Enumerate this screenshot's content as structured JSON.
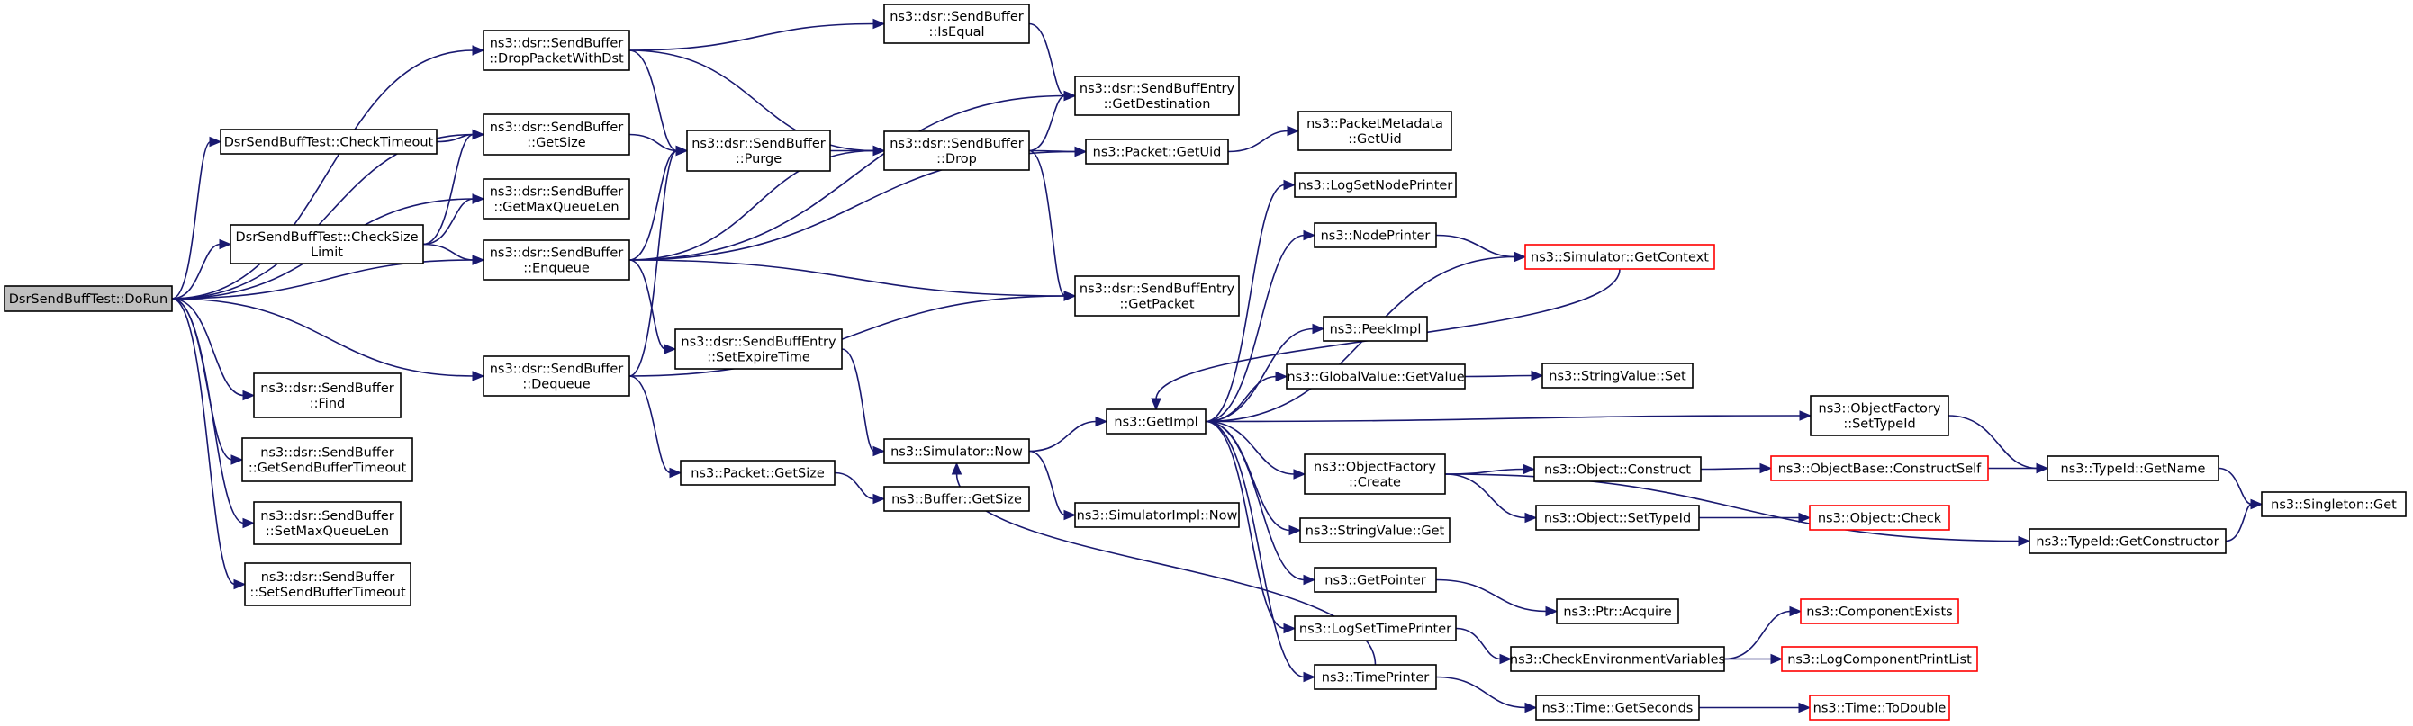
{
  "diagram": {
    "colors": {
      "edge": "#191970",
      "root_fill": "#bfbfbf",
      "truncated_border": "#ff0000",
      "node_border": "#000000"
    },
    "nodes": [
      {
        "id": "dorun",
        "lines": [
          "DsrSendBuffTest::DoRun"
        ],
        "style": "root"
      },
      {
        "id": "checktimeout",
        "lines": [
          "DsrSendBuffTest::CheckTimeout"
        ]
      },
      {
        "id": "checksizelimit",
        "lines": [
          "DsrSendBuffTest::CheckSize",
          "Limit"
        ]
      },
      {
        "id": "find",
        "lines": [
          "ns3::dsr::SendBuffer",
          "::Find"
        ]
      },
      {
        "id": "getsendbuffertimeout",
        "lines": [
          "ns3::dsr::SendBuffer",
          "::GetSendBufferTimeout"
        ]
      },
      {
        "id": "setmaxqueuelen",
        "lines": [
          "ns3::dsr::SendBuffer",
          "::SetMaxQueueLen"
        ]
      },
      {
        "id": "setsendbuffertimeout",
        "lines": [
          "ns3::dsr::SendBuffer",
          "::SetSendBufferTimeout"
        ]
      },
      {
        "id": "dropwithdst",
        "lines": [
          "ns3::dsr::SendBuffer",
          "::DropPacketWithDst"
        ]
      },
      {
        "id": "getsize",
        "lines": [
          "ns3::dsr::SendBuffer",
          "::GetSize"
        ]
      },
      {
        "id": "getmaxqueuelen",
        "lines": [
          "ns3::dsr::SendBuffer",
          "::GetMaxQueueLen"
        ]
      },
      {
        "id": "enqueue",
        "lines": [
          "ns3::dsr::SendBuffer",
          "::Enqueue"
        ]
      },
      {
        "id": "dequeue",
        "lines": [
          "ns3::dsr::SendBuffer",
          "::Dequeue"
        ]
      },
      {
        "id": "purge",
        "lines": [
          "ns3::dsr::SendBuffer",
          "::Purge"
        ]
      },
      {
        "id": "setexpiretime",
        "lines": [
          "ns3::dsr::SendBuffEntry",
          "::SetExpireTime"
        ]
      },
      {
        "id": "packetgetsize",
        "lines": [
          "ns3::Packet::GetSize"
        ]
      },
      {
        "id": "isequal",
        "lines": [
          "ns3::dsr::SendBuffer",
          "::IsEqual"
        ]
      },
      {
        "id": "drop",
        "lines": [
          "ns3::dsr::SendBuffer",
          "::Drop"
        ]
      },
      {
        "id": "simnow",
        "lines": [
          "ns3::Simulator::Now"
        ]
      },
      {
        "id": "buffergetsize",
        "lines": [
          "ns3::Buffer::GetSize"
        ]
      },
      {
        "id": "getdestination",
        "lines": [
          "ns3::dsr::SendBuffEntry",
          "::GetDestination"
        ]
      },
      {
        "id": "packetgetuid",
        "lines": [
          "ns3::Packet::GetUid"
        ]
      },
      {
        "id": "getpacket",
        "lines": [
          "ns3::dsr::SendBuffEntry",
          "::GetPacket"
        ]
      },
      {
        "id": "getimpl",
        "lines": [
          "ns3::GetImpl"
        ]
      },
      {
        "id": "simimplnow",
        "lines": [
          "ns3::SimulatorImpl::Now"
        ]
      },
      {
        "id": "metadatagetuid",
        "lines": [
          "ns3::PacketMetadata",
          "::GetUid"
        ]
      },
      {
        "id": "logsetnodeprinter",
        "lines": [
          "ns3::LogSetNodePrinter"
        ]
      },
      {
        "id": "nodeprinter",
        "lines": [
          "ns3::NodePrinter"
        ]
      },
      {
        "id": "peekimpl",
        "lines": [
          "ns3::PeekImpl"
        ]
      },
      {
        "id": "gvgetvalue",
        "lines": [
          "ns3::GlobalValue::GetValue"
        ]
      },
      {
        "id": "ofcreate",
        "lines": [
          "ns3::ObjectFactory",
          "::Create"
        ]
      },
      {
        "id": "svget",
        "lines": [
          "ns3::StringValue::Get"
        ]
      },
      {
        "id": "getpointer",
        "lines": [
          "ns3::GetPointer"
        ]
      },
      {
        "id": "logsettimeprinter",
        "lines": [
          "ns3::LogSetTimePrinter"
        ]
      },
      {
        "id": "timeprinter",
        "lines": [
          "ns3::TimePrinter"
        ]
      },
      {
        "id": "simgetcontext",
        "lines": [
          "ns3::Simulator::GetContext"
        ],
        "style": "truncated"
      },
      {
        "id": "svset",
        "lines": [
          "ns3::StringValue::Set"
        ]
      },
      {
        "id": "objconstruct",
        "lines": [
          "ns3::Object::Construct"
        ]
      },
      {
        "id": "objsettypeid",
        "lines": [
          "ns3::Object::SetTypeId"
        ]
      },
      {
        "id": "ptracquire",
        "lines": [
          "ns3::Ptr::Acquire"
        ]
      },
      {
        "id": "checkenv",
        "lines": [
          "ns3::CheckEnvironmentVariables"
        ]
      },
      {
        "id": "timegetseconds",
        "lines": [
          "ns3::Time::GetSeconds"
        ]
      },
      {
        "id": "ofsettypeid",
        "lines": [
          "ns3::ObjectFactory",
          "::SetTypeId"
        ]
      },
      {
        "id": "constructself",
        "lines": [
          "ns3::ObjectBase::ConstructSelf"
        ],
        "style": "truncated"
      },
      {
        "id": "objcheck",
        "lines": [
          "ns3::Object::Check"
        ],
        "style": "truncated"
      },
      {
        "id": "componentexists",
        "lines": [
          "ns3::ComponentExists"
        ],
        "style": "truncated"
      },
      {
        "id": "logcomponentprintlist",
        "lines": [
          "ns3::LogComponentPrintList"
        ],
        "style": "truncated"
      },
      {
        "id": "timetodouble",
        "lines": [
          "ns3::Time::ToDouble"
        ],
        "style": "truncated"
      },
      {
        "id": "typeidgetname",
        "lines": [
          "ns3::TypeId::GetName"
        ]
      },
      {
        "id": "typeidgetconstructor",
        "lines": [
          "ns3::TypeId::GetConstructor"
        ]
      },
      {
        "id": "singletonget",
        "lines": [
          "ns3::Singleton::Get"
        ]
      }
    ],
    "edges": [
      [
        "dorun",
        "dropwithdst"
      ],
      [
        "dorun",
        "getsize"
      ],
      [
        "dorun",
        "checktimeout"
      ],
      [
        "dorun",
        "getmaxqueuelen"
      ],
      [
        "dorun",
        "checksizelimit"
      ],
      [
        "dorun",
        "enqueue"
      ],
      [
        "dorun",
        "dequeue"
      ],
      [
        "dorun",
        "find"
      ],
      [
        "dorun",
        "getsendbuffertimeout"
      ],
      [
        "dorun",
        "setmaxqueuelen"
      ],
      [
        "dorun",
        "setsendbuffertimeout"
      ],
      [
        "checktimeout",
        "getsize"
      ],
      [
        "checksizelimit",
        "getsize"
      ],
      [
        "checksizelimit",
        "getmaxqueuelen"
      ],
      [
        "checksizelimit",
        "enqueue"
      ],
      [
        "dropwithdst",
        "isequal"
      ],
      [
        "dropwithdst",
        "purge"
      ],
      [
        "dropwithdst",
        "drop"
      ],
      [
        "getsize",
        "purge"
      ],
      [
        "enqueue",
        "purge"
      ],
      [
        "enqueue",
        "getdestination"
      ],
      [
        "enqueue",
        "drop"
      ],
      [
        "enqueue",
        "packetgetuid"
      ],
      [
        "enqueue",
        "getpacket"
      ],
      [
        "enqueue",
        "setexpiretime"
      ],
      [
        "dequeue",
        "purge"
      ],
      [
        "dequeue",
        "getpacket"
      ],
      [
        "dequeue",
        "packetgetsize"
      ],
      [
        "purge",
        "drop"
      ],
      [
        "isequal",
        "getdestination"
      ],
      [
        "drop",
        "getdestination"
      ],
      [
        "drop",
        "packetgetuid"
      ],
      [
        "drop",
        "getpacket"
      ],
      [
        "setexpiretime",
        "simnow"
      ],
      [
        "packetgetsize",
        "buffergetsize"
      ],
      [
        "packetgetuid",
        "metadatagetuid"
      ],
      [
        "simnow",
        "getimpl"
      ],
      [
        "simnow",
        "simimplnow"
      ],
      [
        "getimpl",
        "logsetnodeprinter"
      ],
      [
        "getimpl",
        "nodeprinter"
      ],
      [
        "getimpl",
        "simgetcontext"
      ],
      [
        "getimpl",
        "peekimpl"
      ],
      [
        "getimpl",
        "gvgetvalue"
      ],
      [
        "getimpl",
        "ofsettypeid"
      ],
      [
        "getimpl",
        "ofcreate"
      ],
      [
        "getimpl",
        "svget"
      ],
      [
        "getimpl",
        "getpointer"
      ],
      [
        "getimpl",
        "logsettimeprinter"
      ],
      [
        "getimpl",
        "timeprinter"
      ],
      [
        "nodeprinter",
        "simgetcontext"
      ],
      [
        "simgetcontext",
        "getimpl"
      ],
      [
        "timeprinter",
        "simnow"
      ],
      [
        "gvgetvalue",
        "svset"
      ],
      [
        "ofcreate",
        "objconstruct"
      ],
      [
        "ofcreate",
        "objsettypeid"
      ],
      [
        "ofcreate",
        "typeidgetconstructor"
      ],
      [
        "getpointer",
        "ptracquire"
      ],
      [
        "logsettimeprinter",
        "checkenv"
      ],
      [
        "timeprinter",
        "timegetseconds"
      ],
      [
        "objconstruct",
        "constructself"
      ],
      [
        "objsettypeid",
        "objcheck"
      ],
      [
        "checkenv",
        "componentexists"
      ],
      [
        "checkenv",
        "logcomponentprintlist"
      ],
      [
        "timegetseconds",
        "timetodouble"
      ],
      [
        "ofsettypeid",
        "typeidgetname"
      ],
      [
        "constructself",
        "typeidgetname"
      ],
      [
        "typeidgetname",
        "singletonget"
      ],
      [
        "typeidgetconstructor",
        "singletonget"
      ]
    ]
  }
}
